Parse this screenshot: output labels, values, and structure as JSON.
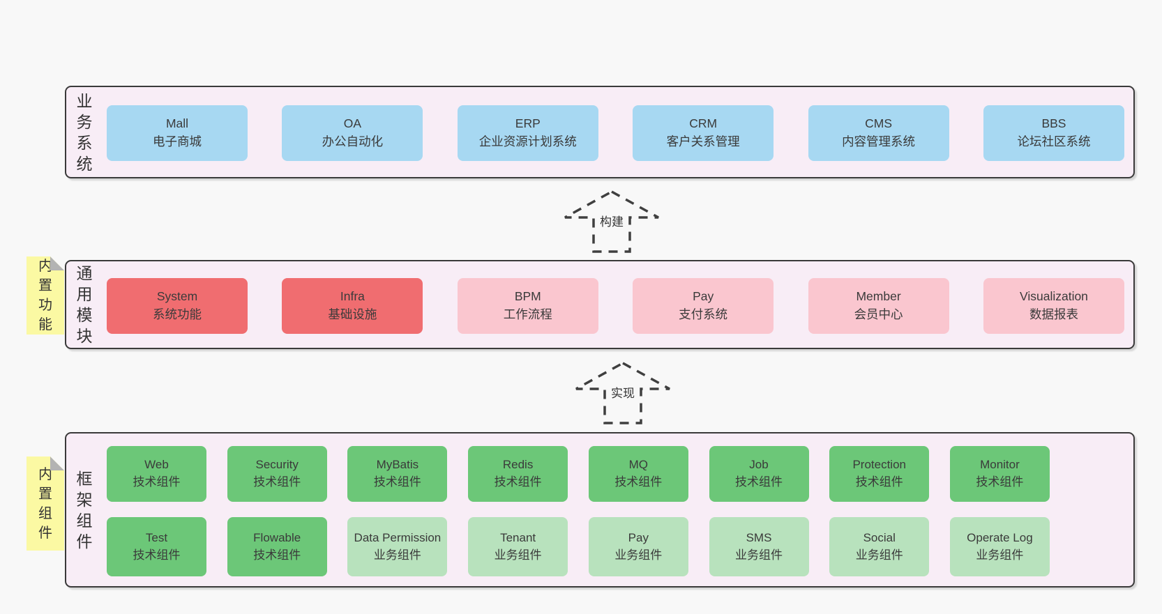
{
  "colors": {
    "page_bg": "#f8f8f8",
    "band_bg": "#f8edf6",
    "band_border": "#3a3a3a",
    "blue": "#a7d8f2",
    "red": "#f06d70",
    "pink": "#fac6cf",
    "green": "#6cc778",
    "green_light": "#b8e2bd",
    "sticky_yellow": "#fbf9a3",
    "sticky_fold": "#b3b3b3",
    "text_dark": "#333333",
    "arrow_stroke": "#3f3f3f"
  },
  "arrows": [
    {
      "label": "构建"
    },
    {
      "label": "实现"
    }
  ],
  "stickies": {
    "middle": "内置功能",
    "bottom": "内置组件"
  },
  "bands": [
    {
      "label": "业务系统",
      "boxes": [
        {
          "name": "Mall",
          "desc": "电子商城"
        },
        {
          "name": "OA",
          "desc": "办公自动化"
        },
        {
          "name": "ERP",
          "desc": "企业资源计划系统"
        },
        {
          "name": "CRM",
          "desc": "客户关系管理"
        },
        {
          "name": "CMS",
          "desc": "内容管理系统"
        },
        {
          "name": "BBS",
          "desc": "论坛社区系统"
        }
      ]
    },
    {
      "label": "通用模块",
      "boxes": [
        {
          "name": "System",
          "desc": "系统功能"
        },
        {
          "name": "Infra",
          "desc": "基础设施"
        },
        {
          "name": "BPM",
          "desc": "工作流程"
        },
        {
          "name": "Pay",
          "desc": "支付系统"
        },
        {
          "name": "Member",
          "desc": "会员中心"
        },
        {
          "name": "Visualization",
          "desc": "数据报表"
        }
      ]
    },
    {
      "label": "框架组件",
      "row1": [
        {
          "name": "Web",
          "desc": "技术组件"
        },
        {
          "name": "Security",
          "desc": "技术组件"
        },
        {
          "name": "MyBatis",
          "desc": "技术组件"
        },
        {
          "name": "Redis",
          "desc": "技术组件"
        },
        {
          "name": "MQ",
          "desc": "技术组件"
        },
        {
          "name": "Job",
          "desc": "技术组件"
        },
        {
          "name": "Protection",
          "desc": "技术组件"
        },
        {
          "name": "Monitor",
          "desc": "技术组件"
        }
      ],
      "row2": [
        {
          "name": "Test",
          "desc": "技术组件"
        },
        {
          "name": "Flowable",
          "desc": "技术组件"
        },
        {
          "name": "Data Permission",
          "desc": "业务组件"
        },
        {
          "name": "Tenant",
          "desc": "业务组件"
        },
        {
          "name": "Pay",
          "desc": "业务组件"
        },
        {
          "name": "SMS",
          "desc": "业务组件"
        },
        {
          "name": "Social",
          "desc": "业务组件"
        },
        {
          "name": "Operate Log",
          "desc": "业务组件"
        }
      ]
    }
  ]
}
